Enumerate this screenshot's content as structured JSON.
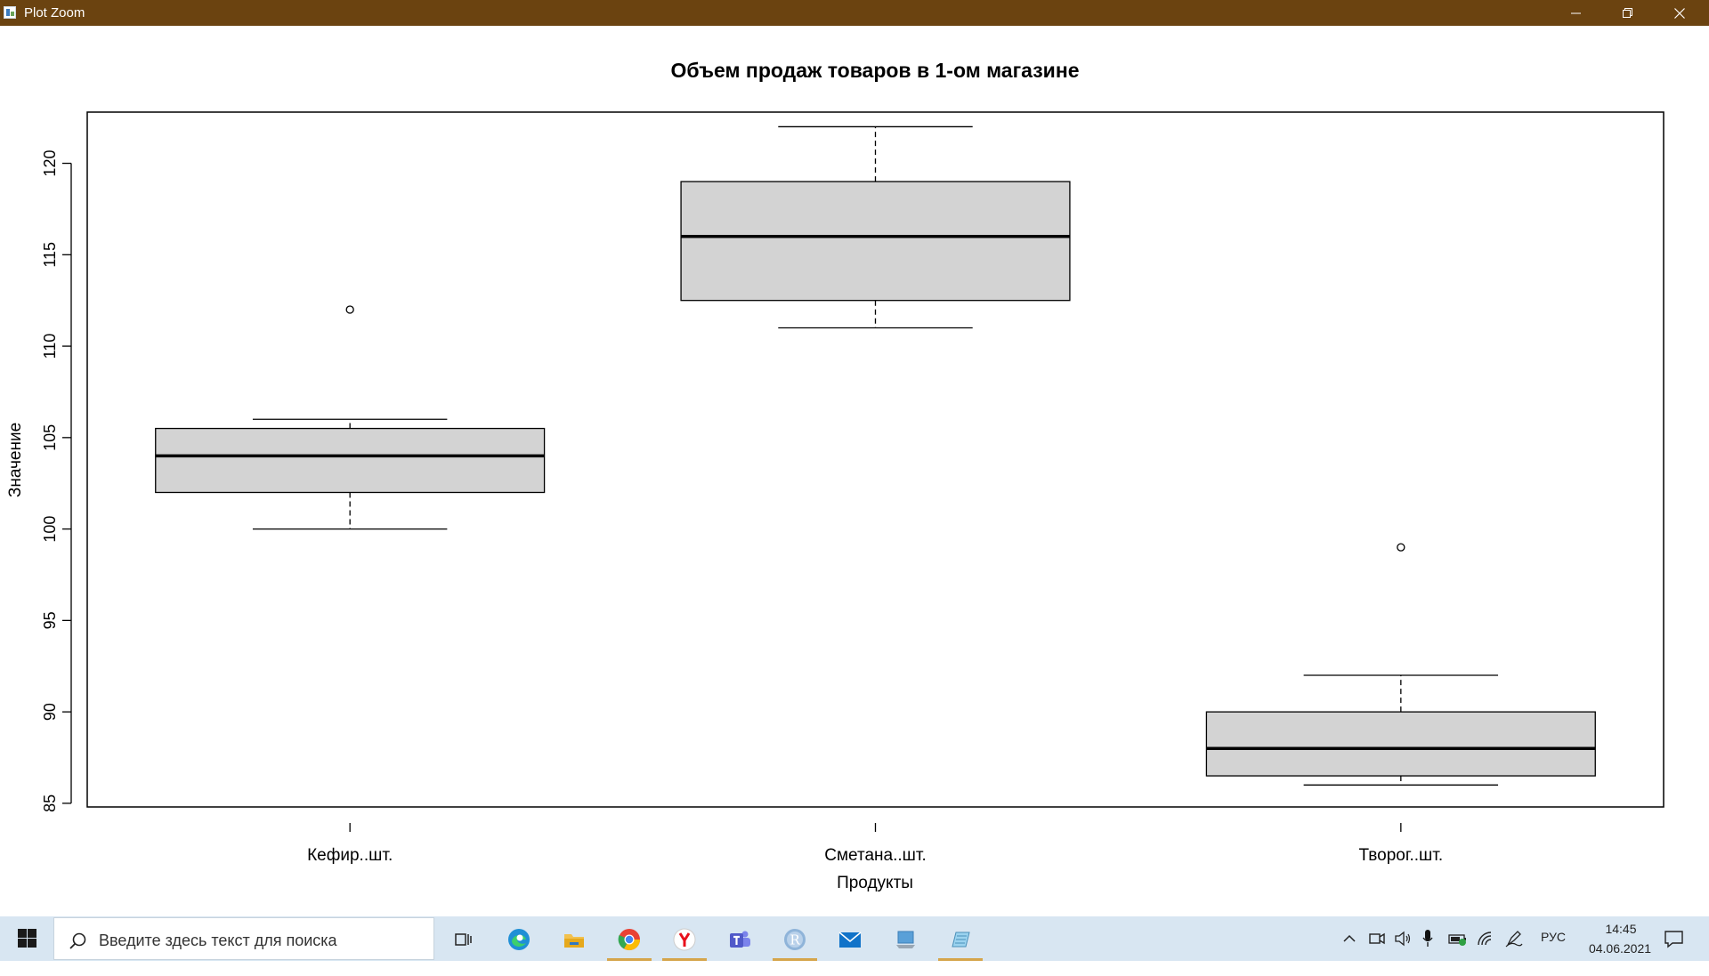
{
  "window": {
    "title": "Plot Zoom",
    "minimize_glyph": "—",
    "maximize_glyph": "❐",
    "close_glyph": "✕"
  },
  "chart_data": {
    "type": "boxplot",
    "title": "Объем продаж товаров в 1-ом магазине",
    "xlabel": "Продукты",
    "ylabel": "Значение",
    "ylim": [
      84.8,
      122.8
    ],
    "yticks": [
      85,
      90,
      95,
      100,
      105,
      110,
      115,
      120
    ],
    "grid": false,
    "legend": false,
    "categories": [
      "Кефир..шт.",
      "Сметана..шт.",
      "Творог..шт."
    ],
    "boxes": [
      {
        "category": "Кефир..шт.",
        "whisker_low": 100,
        "q1": 102,
        "median": 104,
        "q3": 105.5,
        "whisker_high": 106,
        "outliers": [
          112
        ]
      },
      {
        "category": "Сметана..шт.",
        "whisker_low": 111,
        "q1": 112.5,
        "median": 116,
        "q3": 119,
        "whisker_high": 122,
        "outliers": []
      },
      {
        "category": "Творог..шт.",
        "whisker_low": 86,
        "q1": 86.5,
        "median": 88,
        "q3": 90,
        "whisker_high": 92,
        "outliers": [
          99
        ]
      }
    ],
    "colors": {
      "box_fill": "#d3d3d3",
      "stroke": "#000000",
      "background": "#ffffff"
    }
  },
  "taskbar": {
    "search_placeholder": "Введите здесь текст для поиска",
    "apps": [
      {
        "name": "task-view-icon"
      },
      {
        "name": "edge-icon"
      },
      {
        "name": "file-explorer-icon"
      },
      {
        "name": "chrome-icon"
      },
      {
        "name": "yandex-browser-icon"
      },
      {
        "name": "teams-icon"
      },
      {
        "name": "r-icon"
      },
      {
        "name": "mail-icon"
      },
      {
        "name": "computer-icon"
      },
      {
        "name": "notepad-icon"
      }
    ],
    "language": "РУС",
    "time": "14:45",
    "date": "04.06.2021",
    "colors": {
      "background": "#d8e6f2",
      "active_underline": "#d5a54b"
    }
  }
}
